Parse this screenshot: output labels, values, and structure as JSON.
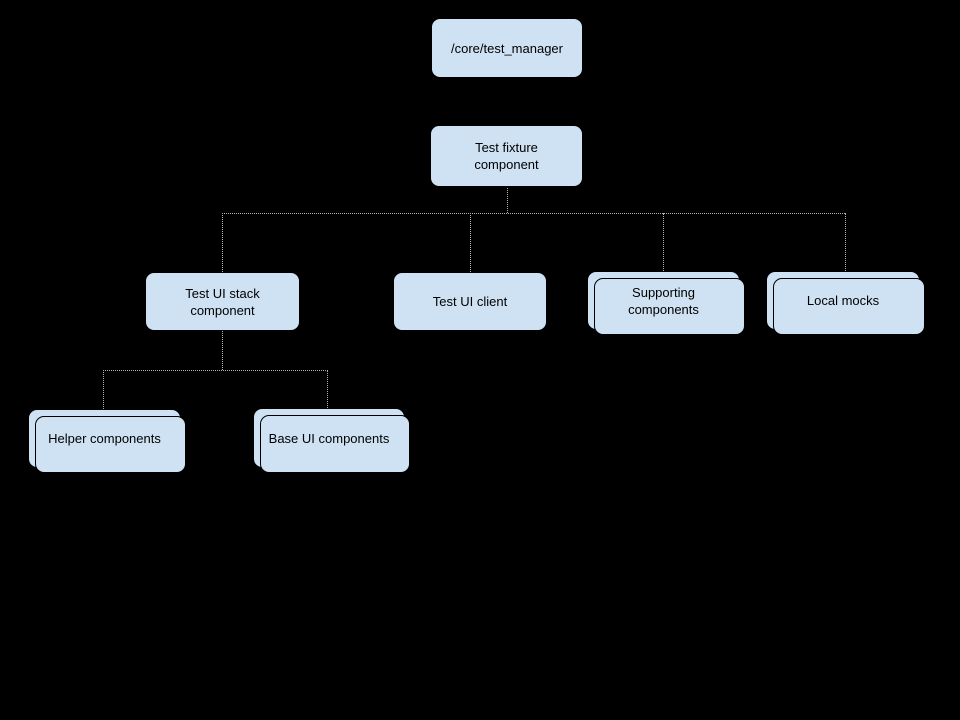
{
  "diagram": {
    "type": "tree",
    "background_color": "#000000",
    "node_fill_color": "#cfe2f3",
    "node_border_color": "#000000",
    "connector_color": "#b0b0b0",
    "connector_style": "dotted",
    "nodes": {
      "test_manager": {
        "label": "/core/test_manager",
        "stacked": false
      },
      "test_fixture": {
        "label": "Test fixture\ncomponent",
        "stacked": false
      },
      "test_ui_stack": {
        "label": "Test UI stack\ncomponent",
        "stacked": false
      },
      "test_ui_client": {
        "label": "Test UI client",
        "stacked": false
      },
      "supporting_components": {
        "label": "Supporting\ncomponents",
        "stacked": true
      },
      "local_mocks": {
        "label": "Local mocks",
        "stacked": true
      },
      "helper_components": {
        "label": "Helper components",
        "stacked": true
      },
      "base_ui_components": {
        "label": "Base UI components",
        "stacked": true
      }
    },
    "edges": [
      {
        "from": "test_fixture",
        "to": "test_ui_stack"
      },
      {
        "from": "test_fixture",
        "to": "test_ui_client"
      },
      {
        "from": "test_fixture",
        "to": "supporting_components"
      },
      {
        "from": "test_fixture",
        "to": "local_mocks"
      },
      {
        "from": "test_ui_stack",
        "to": "helper_components"
      },
      {
        "from": "test_ui_stack",
        "to": "base_ui_components"
      }
    ]
  }
}
